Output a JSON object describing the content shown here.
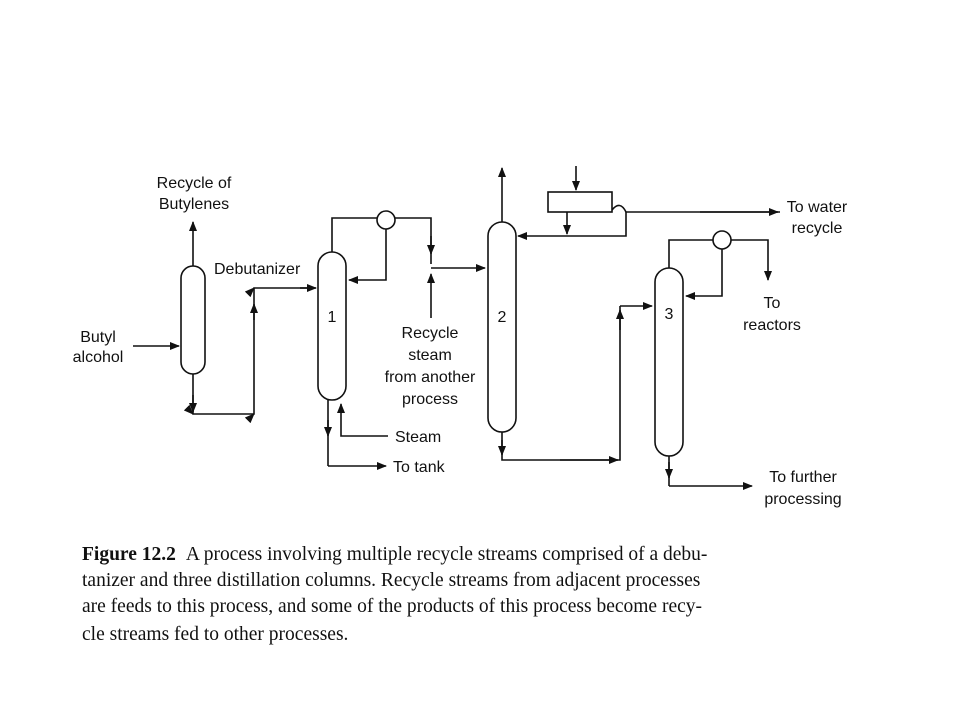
{
  "diagram": {
    "labels": {
      "recycle_butylenes_1": "Recycle of",
      "recycle_butylenes_2": "Butylenes",
      "debutanizer": "Debutanizer",
      "butyl_1": "Butyl",
      "butyl_2": "alcohol",
      "recycle_steam_1": "Recycle",
      "recycle_steam_2": "steam",
      "recycle_steam_3": "from another",
      "recycle_steam_4": "process",
      "steam": "Steam",
      "to_tank": "To tank",
      "to_water_1": "To water",
      "to_water_2": "recycle",
      "to_reactors_1": "To",
      "to_reactors_2": "reactors",
      "to_further_1": "To further",
      "to_further_2": "processing"
    },
    "columns": {
      "col1": "1",
      "col2": "2",
      "col3": "3"
    }
  },
  "caption": {
    "figure_label": "Figure 12.2",
    "line1": "A process involving multiple recycle streams comprised of a debu-",
    "line2": "tanizer and three distillation columns. Recycle streams from adjacent processes",
    "line3": "are feeds to this process, and some of the products of this process become recy-",
    "line4": "cle streams fed to other processes."
  }
}
